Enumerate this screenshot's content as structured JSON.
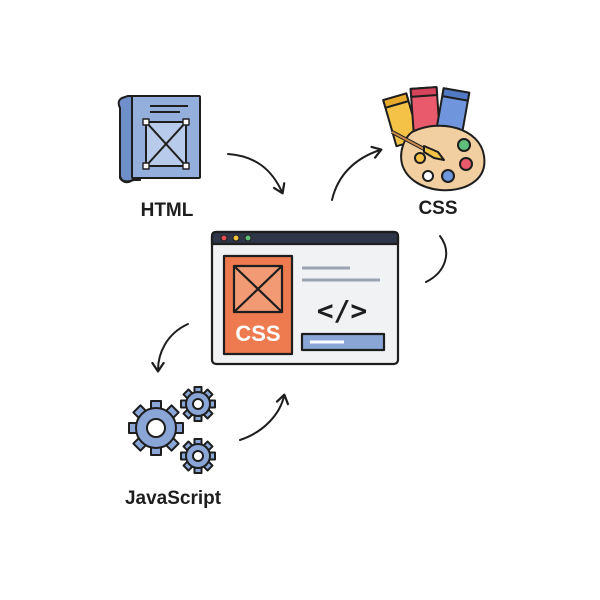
{
  "labels": {
    "html": "HTML",
    "css": "CSS",
    "javascript": "JavaScript"
  },
  "browser": {
    "badge_text": "CSS",
    "code_text": "</>"
  },
  "icons": {
    "html": "html-document-icon",
    "css": "paint-palette-icon",
    "javascript": "gears-icon",
    "browser": "browser-window-icon"
  },
  "colors": {
    "blue": "#8aa6d6",
    "orange": "#ee7a4f",
    "outline": "#1e1e1e",
    "window_bar": "#2e3648"
  }
}
